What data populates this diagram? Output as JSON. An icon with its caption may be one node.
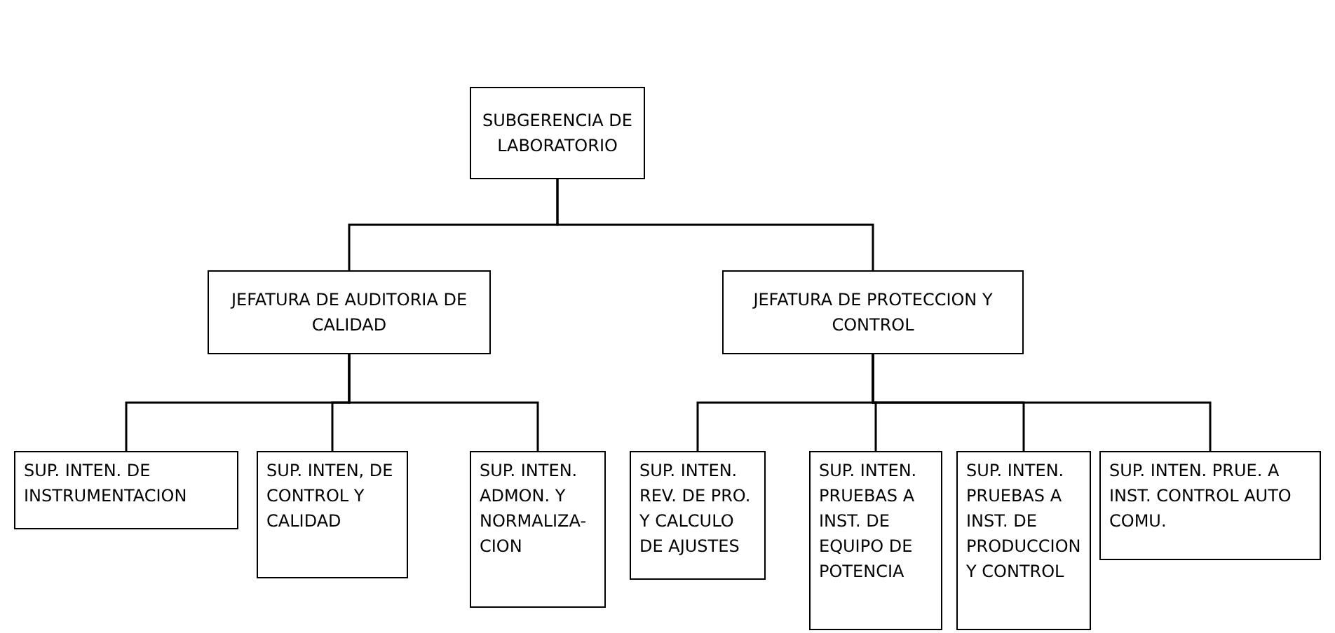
{
  "diagram": {
    "nodes": [
      {
        "text": [
          "SUBGERENCIA DE LABORATORIO"
        ]
      },
      {
        "text": [
          "JEFATURA DE AUDITORIA DE CALIDAD"
        ]
      },
      {
        "text": [
          "JEFATURA DE PROTECCION Y CONTROL"
        ]
      },
      {
        "text": [
          "SUP. INTEN. DE INSTRUMENTACION"
        ]
      },
      {
        "text": [
          "SUP. INTEN, DE CONTROL Y CALIDAD"
        ]
      },
      {
        "text": [
          "SUP. INTEN. ADMON. Y NORMALIZA-CION"
        ]
      },
      {
        "text": [
          "SUP. INTEN. REV. DE PRO. Y CALCULO DE AJUSTES"
        ]
      },
      {
        "text": [
          "SUP. INTEN. PRUEBAS A INST. DE EQUIPO DE POTENCIA"
        ]
      },
      {
        "text": [
          "SUP. INTEN. PRUEBAS A INST. DE PRODUCCION Y CONTROL"
        ]
      },
      {
        "text": [
          "SUP. INTEN. PRUE. A INST. CONTROL AUTO COMU."
        ]
      }
    ],
    "edges": [
      {
        "from": 0,
        "to": 1,
        "arrow": "none"
      },
      {
        "from": 0,
        "to": 2,
        "arrow": "none"
      },
      {
        "from": 1,
        "to": 3,
        "arrow": "none"
      },
      {
        "from": 1,
        "to": 4,
        "arrow": "none"
      },
      {
        "from": 1,
        "to": 5,
        "arrow": "none"
      },
      {
        "from": 2,
        "to": 6,
        "arrow": "none"
      },
      {
        "from": 2,
        "to": 7,
        "arrow": "none"
      },
      {
        "from": 2,
        "to": 8,
        "arrow": "none"
      },
      {
        "from": 2,
        "to": 9,
        "arrow": "none"
      }
    ]
  }
}
